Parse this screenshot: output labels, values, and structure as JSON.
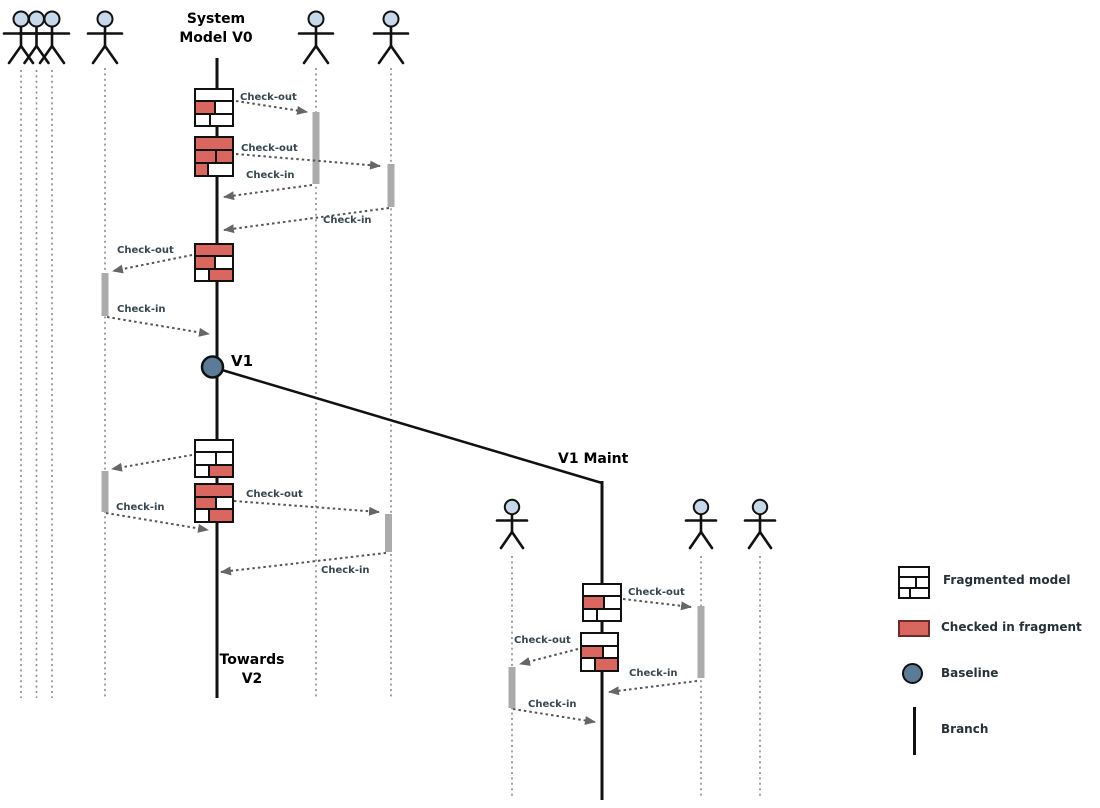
{
  "titles": {
    "main_branch_line1": "System",
    "main_branch_line2": "Model V0",
    "v1": "V1",
    "v1_maint": "V1 Maint",
    "towards_line1": "Towards",
    "towards_line2": "V2"
  },
  "arrow_labels": {
    "co_top": "Check-out",
    "co_second": "Check-out",
    "ci_first": "Check-in",
    "ci_second": "Check-in",
    "co_left_upper": "Check-out",
    "ci_left_upper": "Check-in",
    "ci_left_lower": "Check-in",
    "co_lower": "Check-out",
    "ci_lower": "Check-in",
    "co_maint_right": "Check-out",
    "co_maint_left": "Check-out",
    "ci_maint_right": "Check-in",
    "ci_maint_left": "Check-in"
  },
  "legend": {
    "items": [
      {
        "icon": "fragmented-model-icon",
        "label": "Fragmented model"
      },
      {
        "icon": "checked-in-fragment-icon",
        "label": "Checked in fragment"
      },
      {
        "icon": "baseline-icon",
        "label": "Baseline"
      },
      {
        "icon": "branch-icon",
        "label": "Branch"
      }
    ]
  },
  "colors": {
    "checked_in_red": "#D9665F",
    "baseline_fill": "#5C7B99",
    "actor_head_fill": "#C6D8E9",
    "activation_bar": "#ABABAB",
    "arrow_gray": "#555555",
    "lifeline_gray": "#8A8A8A",
    "label_text": "#37474F"
  },
  "fragments": {
    "f1": {
      "rows": [
        [
          {
            "w": 100,
            "red": false
          }
        ],
        [
          {
            "w": 55,
            "red": true
          },
          {
            "w": 45,
            "red": false
          }
        ],
        [
          {
            "w": 42,
            "red": false
          },
          {
            "w": 58,
            "red": false
          }
        ]
      ]
    },
    "f2": {
      "rows": [
        [
          {
            "w": 100,
            "red": true
          }
        ],
        [
          {
            "w": 58,
            "red": true
          },
          {
            "w": 42,
            "red": true
          }
        ],
        [
          {
            "w": 35,
            "red": true
          },
          {
            "w": 65,
            "red": false
          }
        ]
      ]
    },
    "f3": {
      "rows": [
        [
          {
            "w": 100,
            "red": true
          }
        ],
        [
          {
            "w": 55,
            "red": true
          },
          {
            "w": 45,
            "red": false
          }
        ],
        [
          {
            "w": 38,
            "red": false
          },
          {
            "w": 62,
            "red": true
          }
        ]
      ]
    },
    "f4": {
      "rows": [
        [
          {
            "w": 100,
            "red": false
          }
        ],
        [
          {
            "w": 57,
            "red": false
          },
          {
            "w": 43,
            "red": false
          }
        ],
        [
          {
            "w": 38,
            "red": false
          },
          {
            "w": 62,
            "red": true
          }
        ]
      ]
    },
    "f5": {
      "rows": [
        [
          {
            "w": 100,
            "red": true
          }
        ],
        [
          {
            "w": 57,
            "red": true
          },
          {
            "w": 43,
            "red": false
          }
        ],
        [
          {
            "w": 38,
            "red": false
          },
          {
            "w": 62,
            "red": true
          }
        ]
      ]
    },
    "f6": {
      "rows": [
        [
          {
            "w": 100,
            "red": false
          }
        ],
        [
          {
            "w": 58,
            "red": true
          },
          {
            "w": 42,
            "red": false
          }
        ],
        [
          {
            "w": 38,
            "red": false
          },
          {
            "w": 62,
            "red": false
          }
        ]
      ]
    },
    "f7": {
      "rows": [
        [
          {
            "w": 100,
            "red": false
          }
        ],
        [
          {
            "w": 62,
            "red": true
          },
          {
            "w": 38,
            "red": false
          }
        ],
        [
          {
            "w": 40,
            "red": false
          },
          {
            "w": 60,
            "red": true
          }
        ]
      ]
    },
    "legend_icon": {
      "rows": [
        [
          {
            "w": 100,
            "red": false
          }
        ],
        [
          {
            "w": 62,
            "red": false
          },
          {
            "w": 38,
            "red": false
          }
        ],
        [
          {
            "w": 38,
            "red": false
          },
          {
            "w": 62,
            "red": false
          }
        ]
      ]
    }
  }
}
